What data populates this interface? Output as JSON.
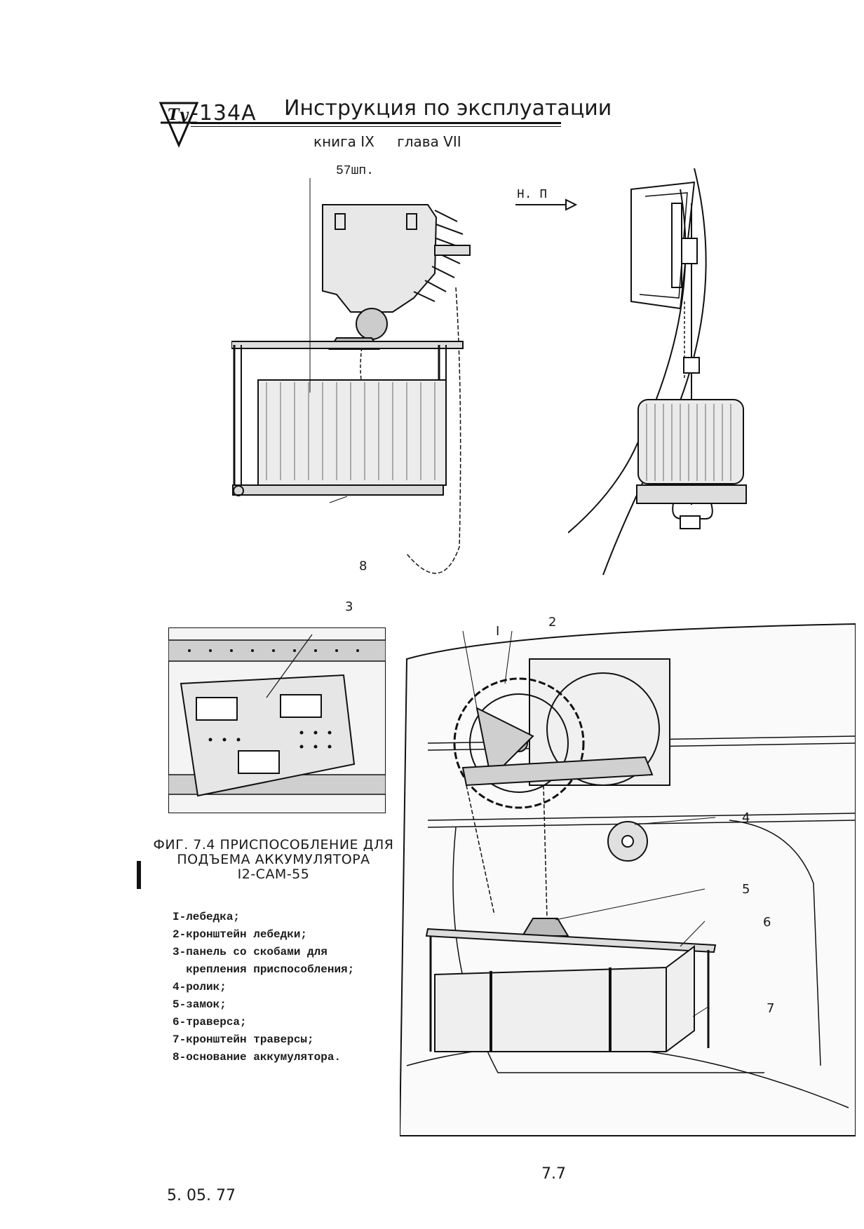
{
  "header": {
    "model": "-134А",
    "title": "Инструкция по эксплуатации",
    "book": "книга IX",
    "chapter": "глава VII"
  },
  "top_figure": {
    "label_frame": "57шп.",
    "label_direction": "Н. П",
    "callout_8": "8"
  },
  "bottom_figure": {
    "callout_3": "3",
    "callout_1": "I",
    "callout_2": "2",
    "callout_4": "4",
    "callout_5": "5",
    "callout_6": "6",
    "callout_7": "7"
  },
  "caption": {
    "line1": "ФИГ. 7.4 ПРИСПОСОБЛЕНИЕ ДЛЯ",
    "line2": "ПОДЪЕМА АККУМУЛЯТОРА",
    "line3": "I2-САМ-55"
  },
  "legend": [
    "I-лебедка;",
    "2-кронштейн лебедки;",
    "3-панель со скобами для",
    "  крепления приспособления;",
    "4-ролик;",
    "5-замок;",
    "6-траверса;",
    "7-кронштейн траверсы;",
    "8-основание аккумулятора."
  ],
  "footer": {
    "page": "7.7",
    "date": "5. 05. 77"
  }
}
